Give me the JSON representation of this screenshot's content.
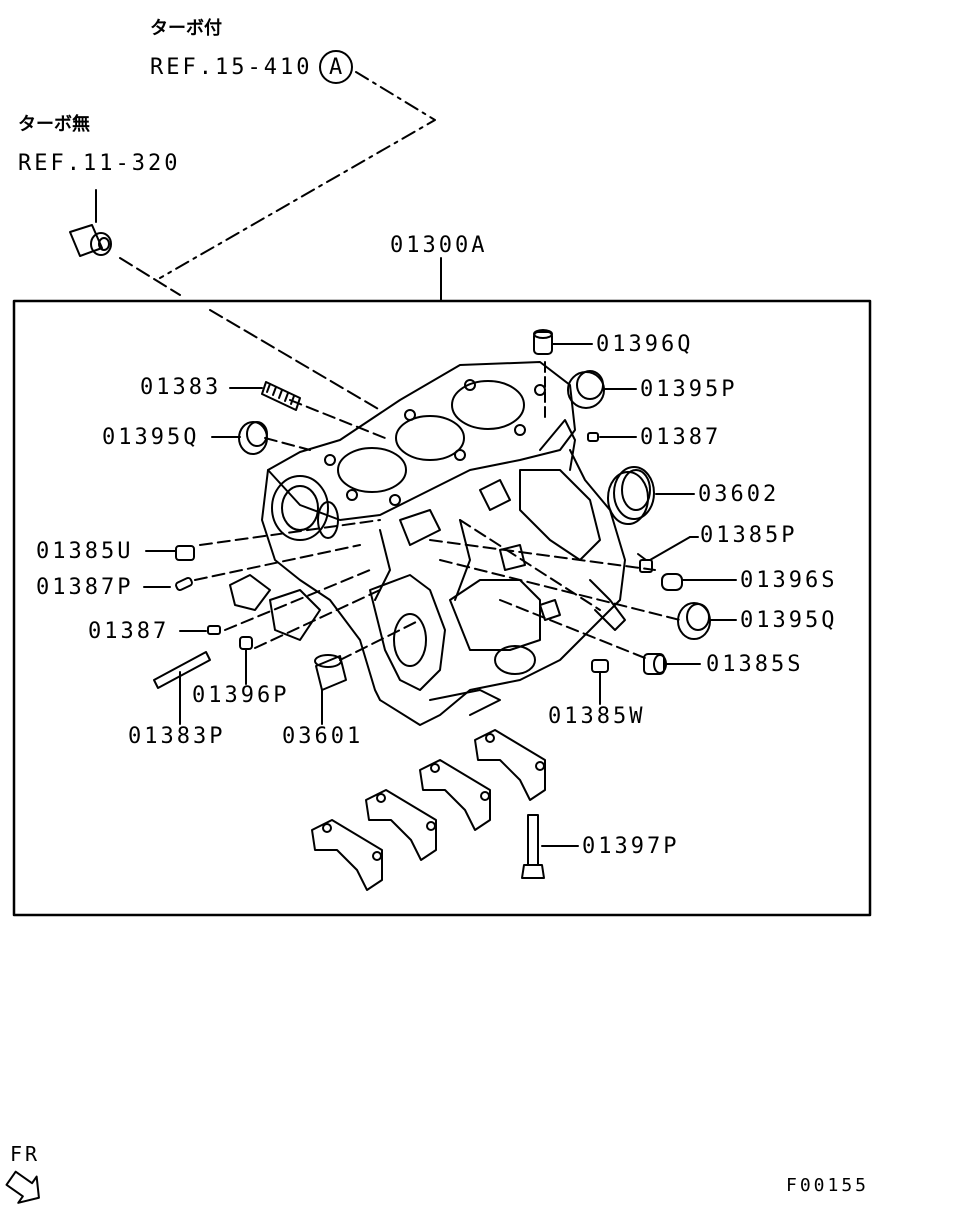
{
  "refs": {
    "turbo_with": "ターボ付",
    "turbo_with_ref": "REF.15-410",
    "circle_letter": "A",
    "turbo_without": "ターボ無",
    "turbo_without_ref": "REF.11-320"
  },
  "main_part": "01300A",
  "parts": {
    "p01396Q": "01396Q",
    "p01395P": "01395P",
    "p01387_r": "01387",
    "p03602": "03602",
    "p01385P": "01385P",
    "p01396S": "01396S",
    "p01395Q_r": "01395Q",
    "p01385S": "01385S",
    "p01385W": "01385W",
    "p01397P": "01397P",
    "p01383": "01383",
    "p01395Q_l": "01395Q",
    "p01385U": "01385U",
    "p01387P": "01387P",
    "p01387_l": "01387",
    "p01396P": "01396P",
    "p01383P": "01383P",
    "p03601": "03601"
  },
  "footer": {
    "direction": "FR",
    "figure_code": "F00155"
  }
}
